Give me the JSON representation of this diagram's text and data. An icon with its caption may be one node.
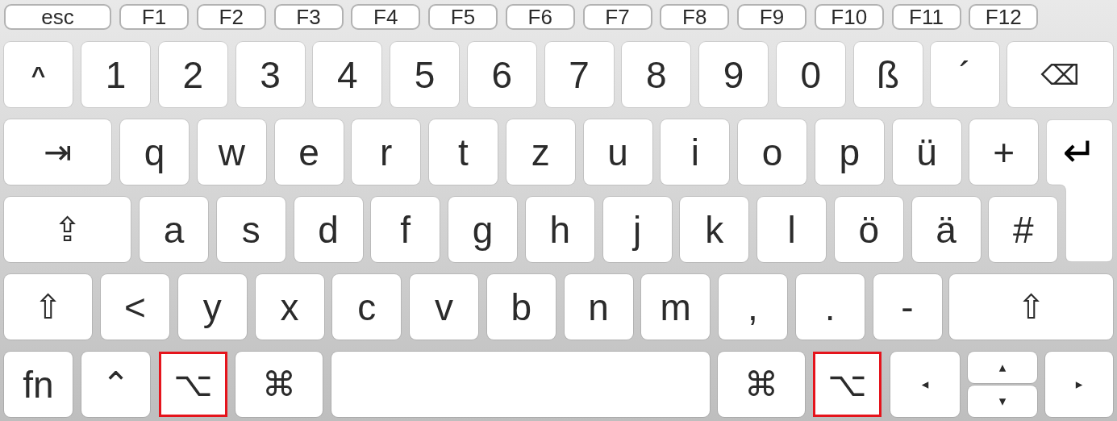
{
  "diagram": {
    "nodes": [
      {
        "text": [
          "esc"
        ]
      },
      {
        "text": [
          "F1"
        ]
      },
      {
        "text": [
          "F2"
        ]
      },
      {
        "text": [
          "F3"
        ]
      },
      {
        "text": [
          "F4"
        ]
      },
      {
        "text": [
          "F5"
        ]
      },
      {
        "text": [
          "F6"
        ]
      },
      {
        "text": [
          "F7"
        ]
      },
      {
        "text": [
          "F8"
        ]
      },
      {
        "text": [
          "F9"
        ]
      },
      {
        "text": [
          "F10"
        ]
      },
      {
        "text": [
          "F11"
        ]
      },
      {
        "text": [
          "F12"
        ]
      },
      {
        "text": [
          "^"
        ]
      },
      {
        "text": [
          "1"
        ]
      },
      {
        "text": [
          "2"
        ]
      },
      {
        "text": [
          "3"
        ]
      },
      {
        "text": [
          "4"
        ]
      },
      {
        "text": [
          "5"
        ]
      },
      {
        "text": [
          "6"
        ]
      },
      {
        "text": [
          "7"
        ]
      },
      {
        "text": [
          "8"
        ]
      },
      {
        "text": [
          "9"
        ]
      },
      {
        "text": [
          "0"
        ]
      },
      {
        "text": [
          "ß"
        ]
      },
      {
        "text": [
          "´"
        ]
      },
      {
        "text": [
          "⌫"
        ]
      },
      {
        "text": [
          "⇥"
        ]
      },
      {
        "text": [
          "q"
        ]
      },
      {
        "text": [
          "w"
        ]
      },
      {
        "text": [
          "e"
        ]
      },
      {
        "text": [
          "r"
        ]
      },
      {
        "text": [
          "t"
        ]
      },
      {
        "text": [
          "z"
        ]
      },
      {
        "text": [
          "u"
        ]
      },
      {
        "text": [
          "i"
        ]
      },
      {
        "text": [
          "o"
        ]
      },
      {
        "text": [
          "p"
        ]
      },
      {
        "text": [
          "ü"
        ]
      },
      {
        "text": [
          "+"
        ]
      },
      {
        "text": [
          "↵"
        ]
      },
      {
        "text": [
          "⇪"
        ]
      },
      {
        "text": [
          "a"
        ]
      },
      {
        "text": [
          "s"
        ]
      },
      {
        "text": [
          "d"
        ]
      },
      {
        "text": [
          "f"
        ]
      },
      {
        "text": [
          "g"
        ]
      },
      {
        "text": [
          "h"
        ]
      },
      {
        "text": [
          "j"
        ]
      },
      {
        "text": [
          "k"
        ]
      },
      {
        "text": [
          "l"
        ]
      },
      {
        "text": [
          "ö"
        ]
      },
      {
        "text": [
          "ä"
        ]
      },
      {
        "text": [
          "#"
        ]
      },
      {
        "text": [
          "⇧"
        ]
      },
      {
        "text": [
          "<"
        ]
      },
      {
        "text": [
          "y"
        ]
      },
      {
        "text": [
          "x"
        ]
      },
      {
        "text": [
          "c"
        ]
      },
      {
        "text": [
          "v"
        ]
      },
      {
        "text": [
          "b"
        ]
      },
      {
        "text": [
          "n"
        ]
      },
      {
        "text": [
          "m"
        ]
      },
      {
        "text": [
          ","
        ]
      },
      {
        "text": [
          "."
        ]
      },
      {
        "text": [
          "-"
        ]
      },
      {
        "text": [
          "⇧"
        ]
      },
      {
        "text": [
          "fn"
        ]
      },
      {
        "text": [
          "⌃"
        ]
      },
      {
        "text": [
          "⌥"
        ]
      },
      {
        "text": [
          "⌘"
        ]
      },
      {
        "text": [],
        "shape": "box"
      },
      {
        "text": [
          "⌘"
        ]
      },
      {
        "text": [
          "⌥"
        ]
      },
      {
        "text": [
          "◂"
        ]
      },
      {
        "text": [
          "▴"
        ]
      },
      {
        "text": [
          "▾"
        ]
      },
      {
        "text": [
          "▸"
        ]
      }
    ]
  }
}
